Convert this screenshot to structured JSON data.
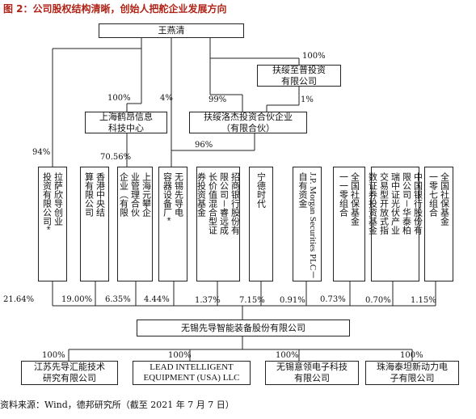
{
  "title": "图 2：公司股权结构清晰，创始人把舵企业发展方向",
  "source": "资料来源：Wind，德邦研究所（截至 2021 年 7 月 7 日）",
  "nodes": {
    "founder": "王燕清",
    "fusuizhipu": "扶绥至普投资\n有限公司",
    "heshang": "上海鹤昂信息\n科技中心",
    "fusuiluojie": "扶绥洛杰投资合伙企业\n（有限合伙）",
    "lasahengdao": [
      "拉萨欣导创业",
      "投资有限公司*"
    ],
    "hkclearing": [
      "香港中央结",
      "算有限公司"
    ],
    "shanghaiyuanxue": [
      "上海元攀企",
      "业管理合伙",
      "企业（有限",
      "合伙）"
    ],
    "wuxicapacitor": [
      "无锡先导电",
      "容器设备厂*"
    ],
    "cmb": [
      "招商银行股份有",
      "限公司－睿远成",
      "长价值混合型证",
      "券投资基金"
    ],
    "catl": "宁德时代",
    "jpmorgan": "J.P. Morgan Securities PLC－自有资金",
    "ssf103": [
      "全国社保基金",
      "一一零组合"
    ],
    "boc_fund": [
      "中国银行股份有",
      "限公司－华泰柏",
      "瑞中证光伏产业",
      "交易型开放式指",
      "数证券投资基金"
    ],
    "ssf107": [
      "全国社保基金",
      "一零七组合"
    ],
    "company": "无锡先导智能装备股份有限公司",
    "sub1": "江苏先导汇能技术\n研究有限公司",
    "sub2": "LEAD INTELLIGENT\nEQUIPMENT (USA) LLC",
    "sub3": "无锡意领电子科技\n有限公司",
    "sub4": "珠海泰坦新动力电\n子有限公司"
  },
  "percents": {
    "founder_to_fusuizhipu": "100%",
    "founder_to_fusuiluojie": "99%",
    "fusuizhipu_to_fusuiluojie": "1%",
    "founder_to_heshang": "100%",
    "founder_to_wuxicap": "4%",
    "founder_to_lasa": "94%",
    "heshang_to_yuanxue": "70.56%",
    "fusuiluojie_to_wuxicap": "96%",
    "lasa": "21.64%",
    "hk": "19.00%",
    "yuanxue": "6.35%",
    "wuxicap": "4.44%",
    "cmb": "1.37%",
    "catl": "7.15%",
    "jpm": "0.91%",
    "ssf103": "0.73%",
    "boc": "0.70%",
    "ssf107": "1.15%",
    "sub1": "100%",
    "sub2": "100%",
    "sub3": "100%",
    "sub4": "100%"
  }
}
